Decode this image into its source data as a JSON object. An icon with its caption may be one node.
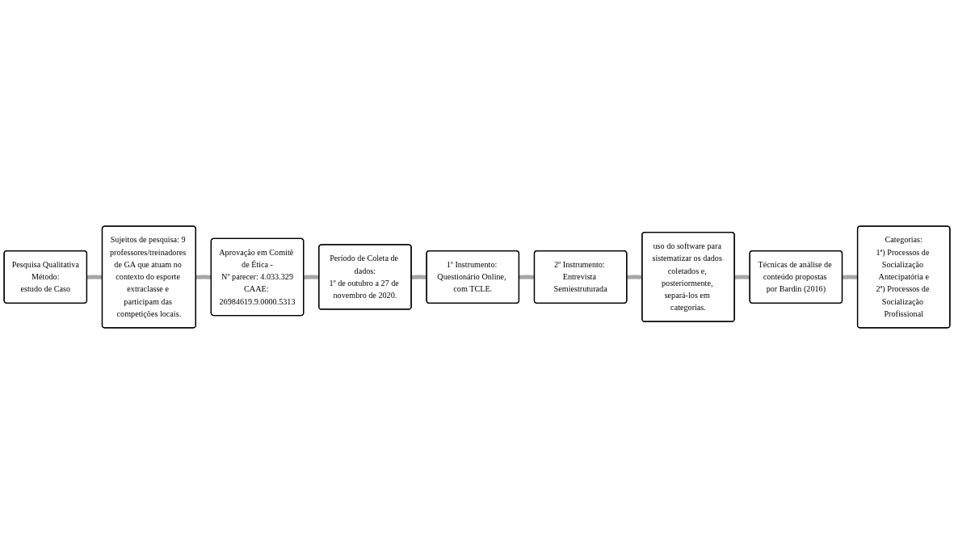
{
  "diagram": {
    "nodes": [
      {
        "text": [
          "Pesquisa Qualitativa",
          "Método:",
          "estudo de Caso"
        ]
      },
      {
        "text": [
          "Sujeitos de pesquisa: 9 professores/treinadores de GA que atuam no contexto do esporte extraclasse e participam das competições locais."
        ]
      },
      {
        "text": [
          "Aprovação em Comitê de Ética -",
          "Nº parecer: 4.033.329",
          "CAAE: 26984619.9.0000.5313"
        ]
      },
      {
        "text": [
          "Período de Coleta de dados:",
          "1º de outubro a 27 de novembro de 2020."
        ]
      },
      {
        "text": [
          "1º Instrumento: Questionário Online, com TCLE."
        ]
      },
      {
        "text": [
          "2º Instrumento: Entrevista Semiestruturada"
        ]
      },
      {
        "text": [
          "uso do software para sistematizar os dados coletados e, posteriormente, separá-los em categorias."
        ]
      },
      {
        "text": [
          "Técnicas de análise de conteúdo propostas por Bardin (2016)"
        ]
      },
      {
        "text": [
          "Categorias:",
          "1ª) Processos de Socialização Antecipatória e",
          "2ª) Processos de Socialização Profissional"
        ]
      }
    ],
    "edges": [
      {
        "from": 0,
        "to": 1,
        "arrow": "none"
      },
      {
        "from": 1,
        "to": 2,
        "arrow": "none"
      },
      {
        "from": 2,
        "to": 3,
        "arrow": "none"
      },
      {
        "from": 3,
        "to": 4,
        "arrow": "none"
      },
      {
        "from": 4,
        "to": 5,
        "arrow": "none"
      },
      {
        "from": 5,
        "to": 6,
        "arrow": "none"
      },
      {
        "from": 6,
        "to": 7,
        "arrow": "none"
      },
      {
        "from": 7,
        "to": 8,
        "arrow": "none"
      }
    ]
  }
}
